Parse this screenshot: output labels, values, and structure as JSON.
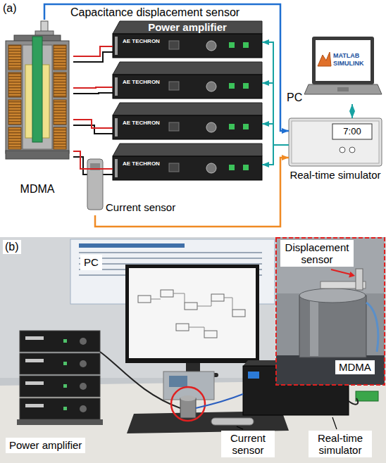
{
  "diagram": {
    "nodes": [
      {
        "text": [
          "MDMA"
        ]
      },
      {
        "text": [
          "Power amplifier",
          "AE TECHRON"
        ]
      },
      {
        "text": [
          "AE TECHRON"
        ]
      },
      {
        "text": [
          "AE TECHRON"
        ]
      },
      {
        "text": [
          "AE TECHRON"
        ]
      },
      {
        "text": [
          "Current sensor"
        ]
      },
      {
        "text": [
          "MATLAB SIMULINK",
          "PC"
        ]
      },
      {
        "text": [
          "7:00",
          "Real-time simulator"
        ]
      }
    ],
    "edges": [
      {
        "from": 0,
        "to": 7,
        "label": "Capacitance displacement sensor",
        "arrow": "to"
      },
      {
        "from": 7,
        "to": 1,
        "arrow": "to"
      },
      {
        "from": 7,
        "to": 2,
        "arrow": "to"
      },
      {
        "from": 7,
        "to": 3,
        "arrow": "to"
      },
      {
        "from": 7,
        "to": 4,
        "arrow": "to"
      },
      {
        "from": 6,
        "to": 7,
        "arrow": "both"
      },
      {
        "from": 5,
        "to": 7,
        "arrow": "to"
      },
      {
        "from": 1,
        "to": 0,
        "arrow": "none"
      },
      {
        "from": 2,
        "to": 0,
        "arrow": "none"
      },
      {
        "from": 3,
        "to": 0,
        "arrow": "none"
      },
      {
        "from": 4,
        "to": 0,
        "arrow": "none"
      }
    ],
    "labels": [
      "(a)",
      "(b)",
      "PC",
      "Displacement sensor",
      "MDMA",
      "Power amplifier",
      "Current sensor",
      "Real-time simulator"
    ]
  }
}
